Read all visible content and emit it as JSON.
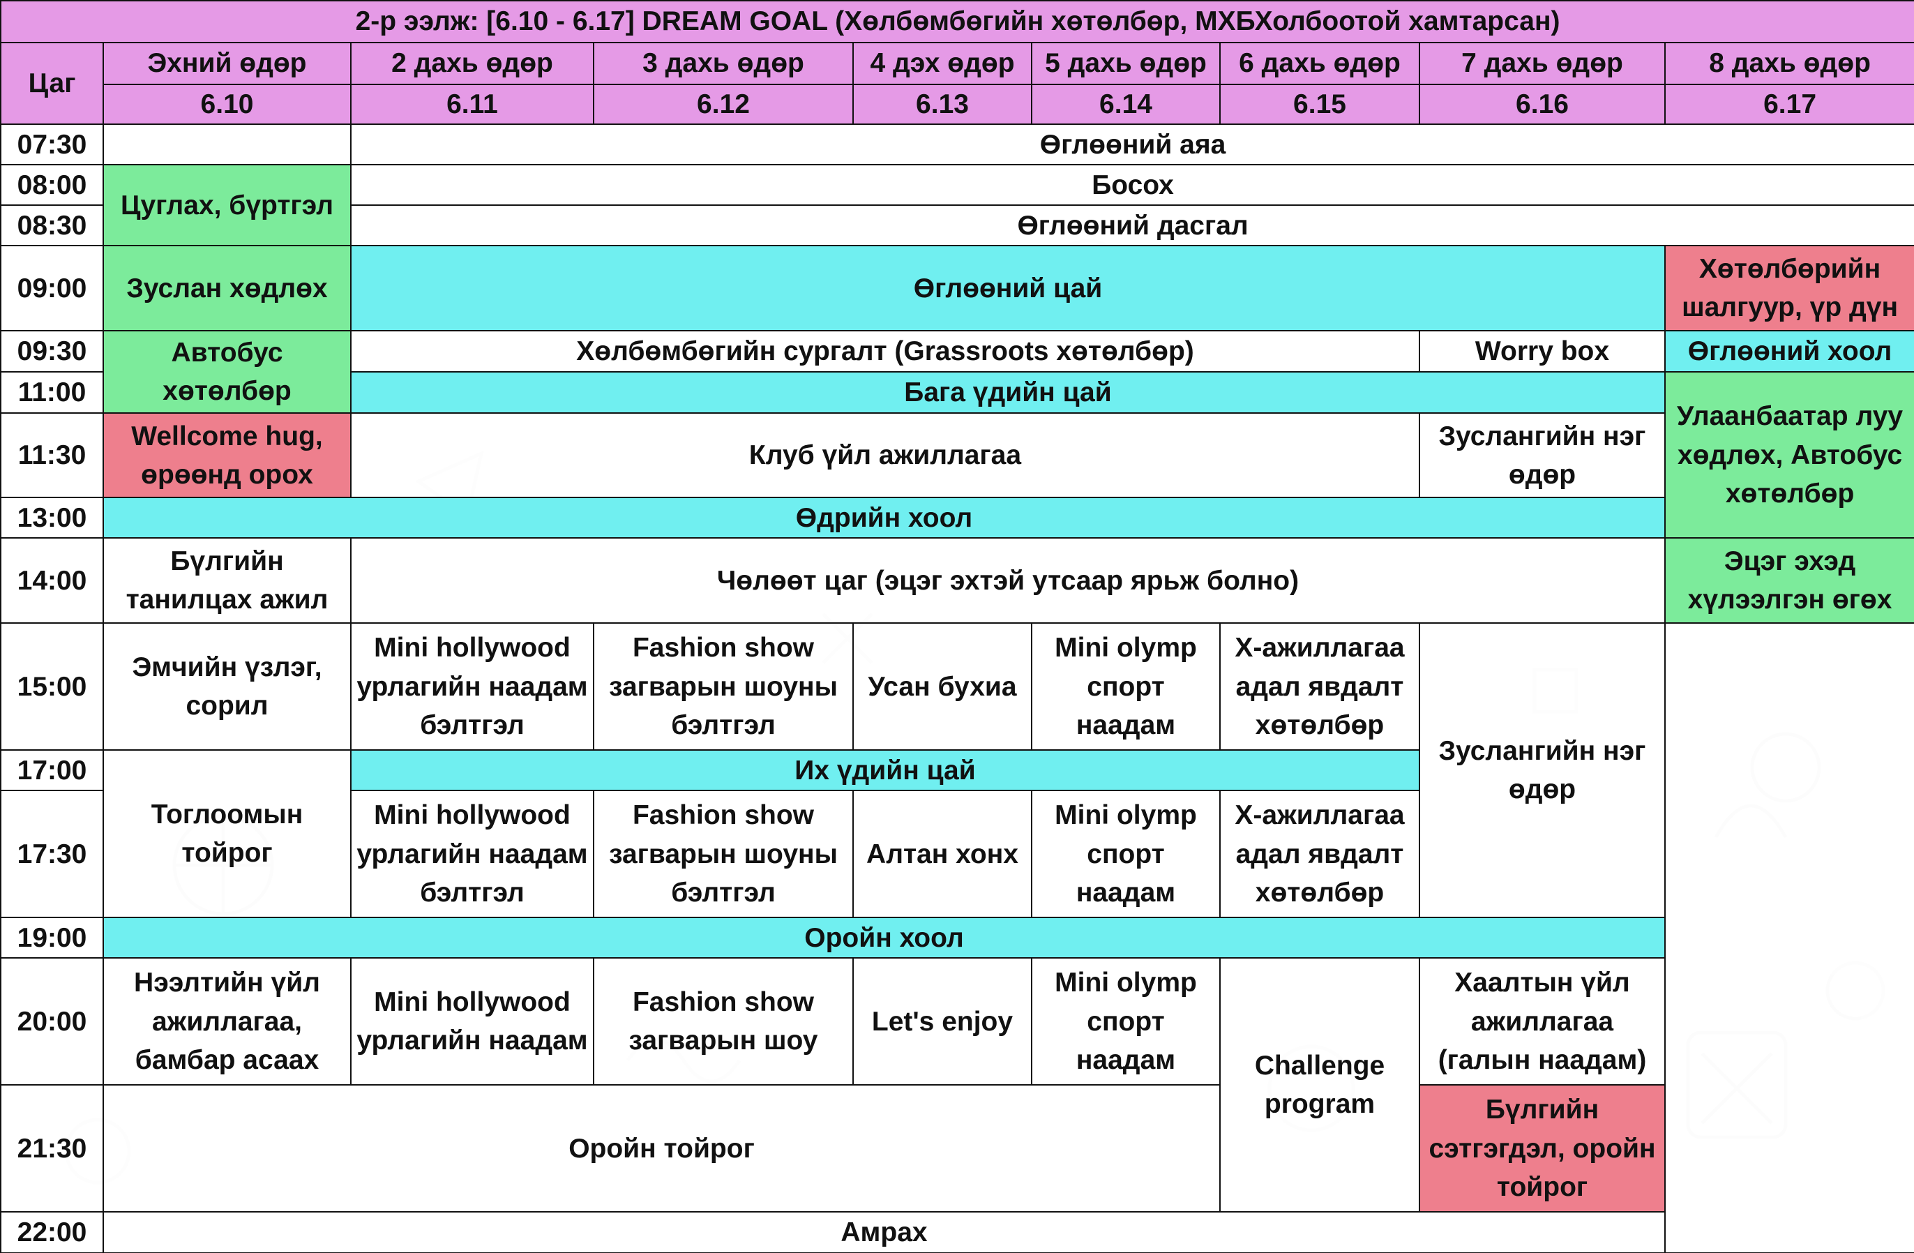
{
  "title": "2-р ээлж: [6.10 - 6.17] DREAM GOAL (Хөлбөмбөгийн хөтөлбөр, МХБХолбоотой хамтарсан)",
  "corner_label": "Цаг",
  "days": [
    "Эхний өдөр",
    "2 дахь өдөр",
    "3 дахь өдөр",
    "4 дэх өдөр",
    "5 дахь өдөр",
    "6 дахь өдөр",
    "7 дахь өдөр",
    "8 дахь өдөр"
  ],
  "dates": [
    "6.10",
    "6.11",
    "6.12",
    "6.13",
    "6.14",
    "6.15",
    "6.16",
    "6.17"
  ],
  "times": [
    "07:30",
    "08:00",
    "08:30",
    "09:00",
    "09:30",
    "11:00",
    "11:30",
    "13:00",
    "14:00",
    "15:00",
    "17:00",
    "17:30",
    "19:00",
    "20:00",
    "21:30",
    "22:00"
  ],
  "colors": {
    "header": "#e59ae6",
    "meal": "#70eff0",
    "camp_day1": "#7ceb9b",
    "highlight": "#ee7f8d",
    "grid": "#111111"
  },
  "activities": {
    "morning_song": "Өглөөний аяа",
    "wake_up": "Босох",
    "gathering": "Цуглах, бүртгэл",
    "morning_exercise": "Өглөөний дасгал",
    "to_camp": "Зуслан хөдлөх",
    "breakfast": "Өглөөний цай",
    "results": "Хөтөлбөрийн шалгуур, үр дүн",
    "bus_program": "Автобус хөтөлбөр",
    "football_training": "Хөлбөмбөгийн сургалт (Grassroots хөтөлбөр)",
    "worry_box": "Worry box",
    "breakfast_meal": "Өглөөний хоол",
    "snack": "Бага үдийн цай",
    "to_ub": "Улаанбаатар луу хөдлөх, Автобус хөтөлбөр",
    "welcome_hug": "Wellcome hug, өрөөнд орох",
    "club": "Клуб үйл ажиллагаа",
    "camp_day": "Зуслангийн нэг өдөр",
    "lunch": "Өдрийн хоол",
    "group_intro": "Бүлгийн танилцах ажил",
    "free_time": "Чөлөөт цаг (эцэг эхтэй утсаар ярьж болно)",
    "parents_pickup": "Эцэг эхэд хүлээлгэн өгөх",
    "medical": "Эмчийн үзлэг, сорил",
    "mini_hollywood_prep": "Mini hollywood урлагийн наадам бэлтгэл",
    "fashion_prep": "Fashion show загварын шоуны бэлтгэл",
    "water_fight": "Усан бухиа",
    "mini_olymp": "Mini olymp спорт наадам",
    "x_activity": "X-ажиллагаа адал явдалт хөтөлбөр",
    "camp_day_2": "Зуслангийн нэг өдөр",
    "tea": "Их үдийн цай",
    "games": "Тоглоомын тойрог",
    "golden_bell": "Алтан хонх",
    "dinner": "Оройн хоол",
    "opening": "Нээлтийн үйл ажиллагаа, бамбар асаах",
    "mini_hollywood_fest": "Mini hollywood урлагийн наадам",
    "fashion_show": "Fashion show загварын шоу",
    "lets_enjoy": "Let's enjoy",
    "challenge": "Challenge program",
    "closing": "Хаалтын үйл ажиллагаа (галын наадам)",
    "evening_circle": "Оройн тойрог",
    "group_reflection": "Бүлгийн сэтгэгдэл, оройн тойрог",
    "rest": "Амрах"
  }
}
